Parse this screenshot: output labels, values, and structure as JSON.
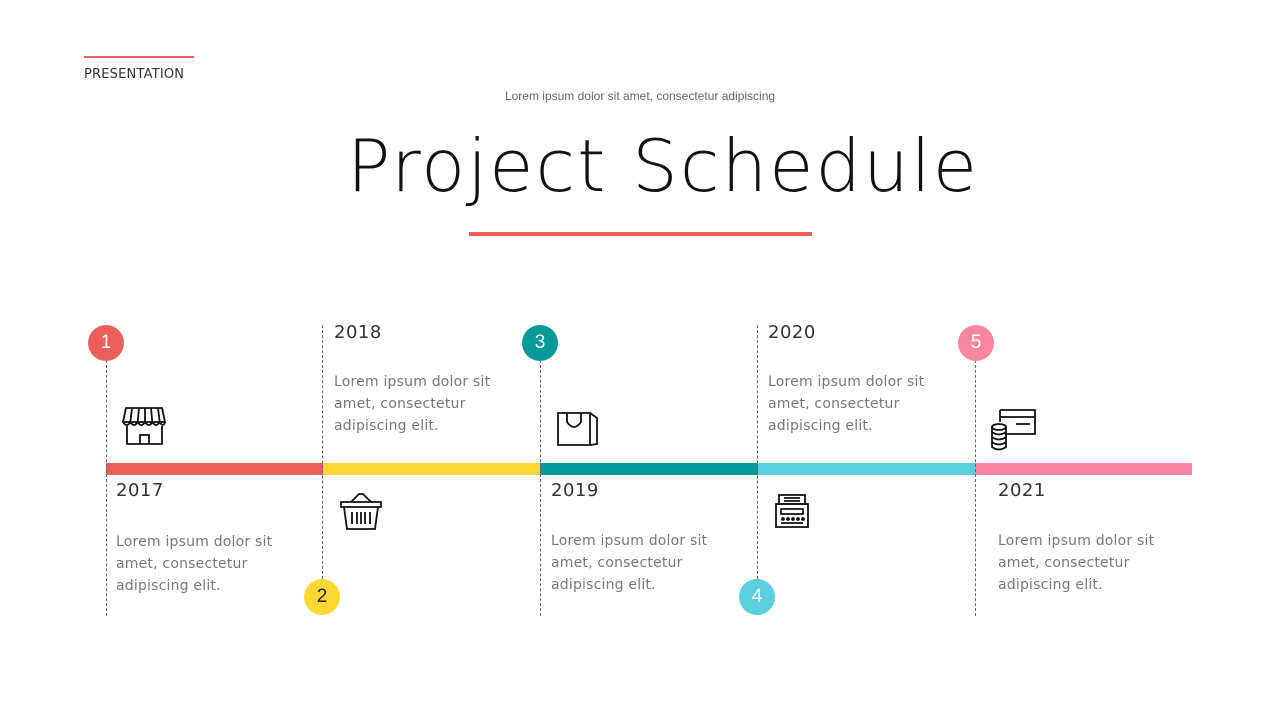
{
  "header": {
    "brand": "PRESENTATION",
    "subtitle": "Lorem ipsum dolor sit amet, consectetur adipiscing",
    "title": "Project Schedule"
  },
  "colors": {
    "accent": "#e8605a",
    "step1": "#ea5f5a",
    "step2": "#fdd835",
    "step3": "#069a9a",
    "step4": "#5bcfe0",
    "step5": "#fb86a2"
  },
  "timeline": [
    {
      "number": "1",
      "year": "2017",
      "text": "Lorem ipsum dolor sit amet, consectetur adipiscing elit.",
      "icon": "storefront-icon"
    },
    {
      "number": "2",
      "year": "2018",
      "text": "Lorem ipsum dolor sit amet, consectetur adipiscing elit.",
      "icon": "shopping-basket-icon"
    },
    {
      "number": "3",
      "year": "2019",
      "text": "Lorem ipsum dolor sit amet, consectetur adipiscing elit.",
      "icon": "shopping-bag-icon"
    },
    {
      "number": "4",
      "year": "2020",
      "text": "Lorem ipsum dolor sit amet, consectetur adipiscing elit.",
      "icon": "cash-register-icon"
    },
    {
      "number": "5",
      "year": "2021",
      "text": "Lorem ipsum dolor sit amet, consectetur adipiscing elit.",
      "icon": "card-coins-icon"
    }
  ]
}
